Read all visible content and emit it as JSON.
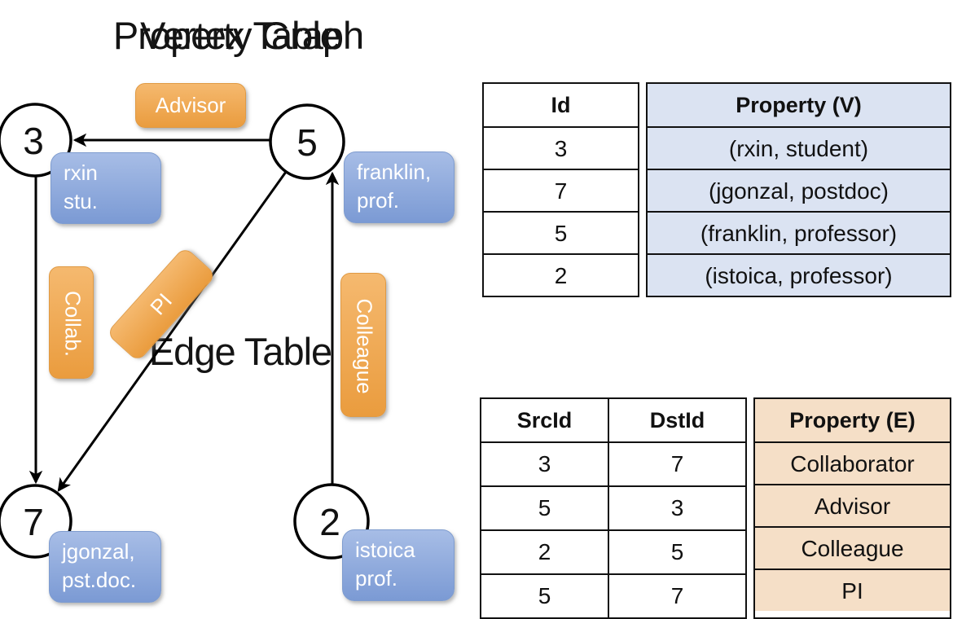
{
  "titles": {
    "graph": "Property Graph",
    "vertex_table": "Vertex Table",
    "edge_table": "Edge Table"
  },
  "colors": {
    "edge_label_top": "#f5b96f",
    "edge_label_bottom": "#ea9c3e",
    "node_label_top": "#a7bde6",
    "node_label_bottom": "#7b9ad4",
    "vertex_cell_fill": "#dbe3f2",
    "edge_cell_fill": "#f5dfc7",
    "line": "#000000"
  },
  "graph": {
    "vertices": [
      {
        "id": "3",
        "property_lines": [
          "rxin",
          "stu."
        ]
      },
      {
        "id": "5",
        "property_lines": [
          "franklin,",
          "prof."
        ]
      },
      {
        "id": "7",
        "property_lines": [
          "jgonzal,",
          "pst.doc."
        ]
      },
      {
        "id": "2",
        "property_lines": [
          "istoica",
          "prof."
        ]
      }
    ],
    "edge_labels": {
      "advisor": "Advisor",
      "collab": "Collab.",
      "pi": "PI",
      "colleague": "Colleague"
    }
  },
  "vertex_table": {
    "headers": {
      "id": "Id",
      "property": "Property (V)"
    },
    "rows": [
      {
        "id": "3",
        "property": "(rxin, student)"
      },
      {
        "id": "7",
        "property": "(jgonzal, postdoc)"
      },
      {
        "id": "5",
        "property": "(franklin, professor)"
      },
      {
        "id": "2",
        "property": "(istoica, professor)"
      }
    ]
  },
  "edge_table": {
    "headers": {
      "src": "SrcId",
      "dst": "DstId",
      "property": "Property (E)"
    },
    "rows": [
      {
        "src": "3",
        "dst": "7",
        "property": "Collaborator"
      },
      {
        "src": "5",
        "dst": "3",
        "property": "Advisor"
      },
      {
        "src": "2",
        "dst": "5",
        "property": "Colleague"
      },
      {
        "src": "5",
        "dst": "7",
        "property": "PI"
      }
    ]
  }
}
